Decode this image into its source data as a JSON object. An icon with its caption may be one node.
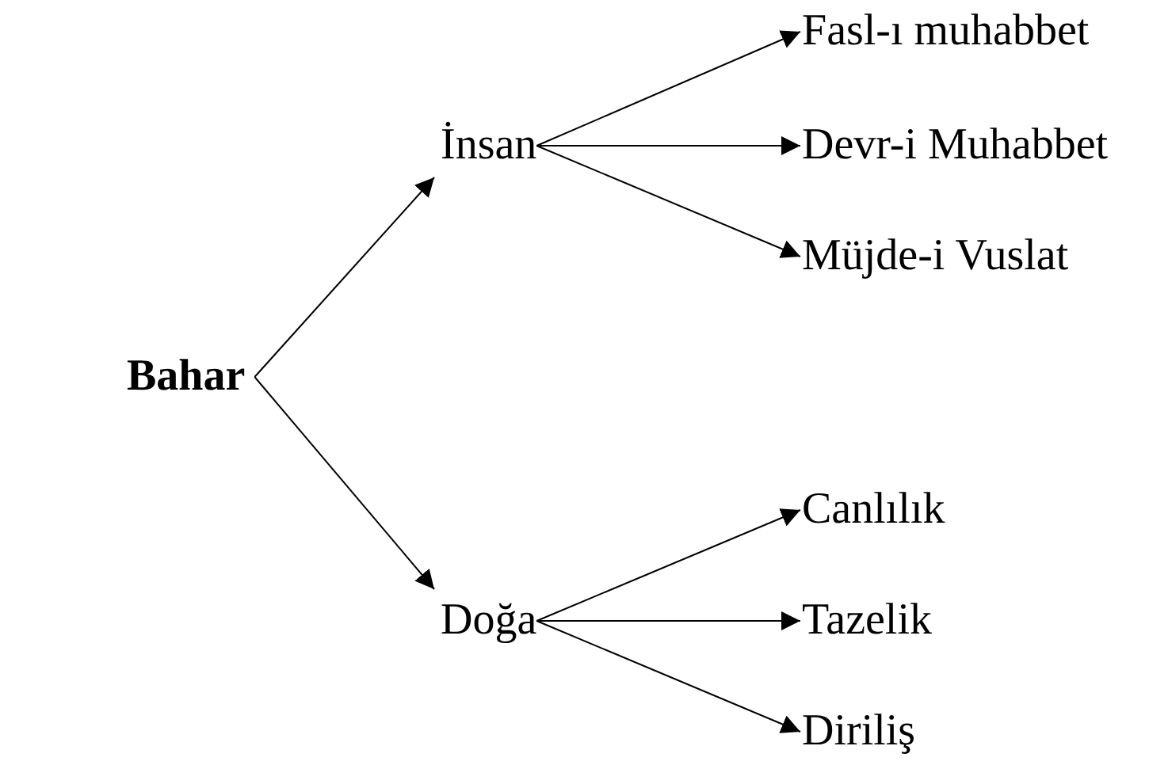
{
  "diagram": {
    "nodes": [
      {
        "text": [
          "Bahar"
        ]
      },
      {
        "text": [
          "İnsan"
        ]
      },
      {
        "text": [
          "Doğa"
        ]
      },
      {
        "text": [
          "Fasl-ı muhabbet"
        ]
      },
      {
        "text": [
          "Devr-i Muhabbet"
        ]
      },
      {
        "text": [
          "Müjde-i Vuslat"
        ]
      },
      {
        "text": [
          "Canlılık"
        ]
      },
      {
        "text": [
          "Tazelik"
        ]
      },
      {
        "text": [
          "Diriliş"
        ]
      }
    ],
    "edges": [
      {
        "from": 0,
        "to": 1,
        "arrow": "to"
      },
      {
        "from": 0,
        "to": 2,
        "arrow": "to"
      },
      {
        "from": 1,
        "to": 3,
        "arrow": "to"
      },
      {
        "from": 1,
        "to": 4,
        "arrow": "to"
      },
      {
        "from": 1,
        "to": 5,
        "arrow": "to"
      },
      {
        "from": 2,
        "to": 6,
        "arrow": "to"
      },
      {
        "from": 2,
        "to": 7,
        "arrow": "to"
      },
      {
        "from": 2,
        "to": 8,
        "arrow": "to"
      }
    ]
  }
}
